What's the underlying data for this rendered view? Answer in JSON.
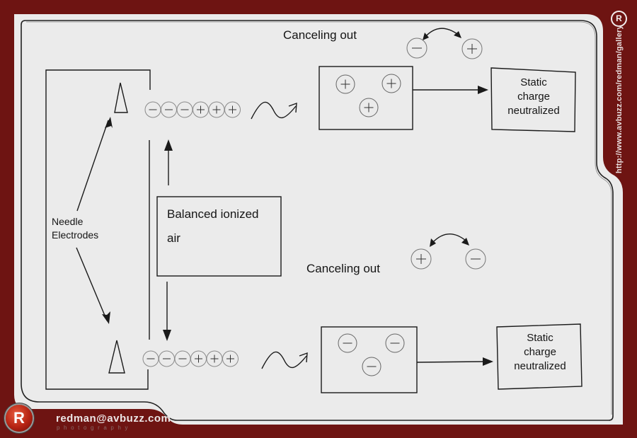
{
  "frame": {
    "background_color": "#6e1412",
    "paper_color": "#ebebeb",
    "watermark_url": "http://www.avbuzz.com/redman/gallery",
    "watermark_email": "redman@avbuzz.com",
    "watermark_subtitle": "photography",
    "registered_mark": "R",
    "logo_letter": "R"
  },
  "diagram": {
    "title": "Static neutralization by balanced ionized air",
    "needle_label_line1": "Needle",
    "needle_label_line2": "Electrodes",
    "balanced_box_line1": "Balanced ionized",
    "balanced_box_line2": "air",
    "top_branch": {
      "canceling_label": "Canceling out",
      "canceling_pair": [
        "−",
        "+"
      ],
      "ion_stream": [
        "−",
        "−",
        "−",
        "+",
        "+",
        "+"
      ],
      "charged_object_ions": [
        "+",
        "+",
        "+"
      ],
      "result_line1": "Static",
      "result_line2": "charge",
      "result_line3": "neutralized"
    },
    "bottom_branch": {
      "canceling_label": "Canceling out",
      "canceling_pair": [
        "+",
        "−"
      ],
      "ion_stream": [
        "−",
        "−",
        "−",
        "+",
        "+",
        "+"
      ],
      "charged_object_ions": [
        "−",
        "−",
        "−"
      ],
      "result_line1": "Static",
      "result_line2": "charge",
      "result_line3": "neutralized"
    }
  }
}
